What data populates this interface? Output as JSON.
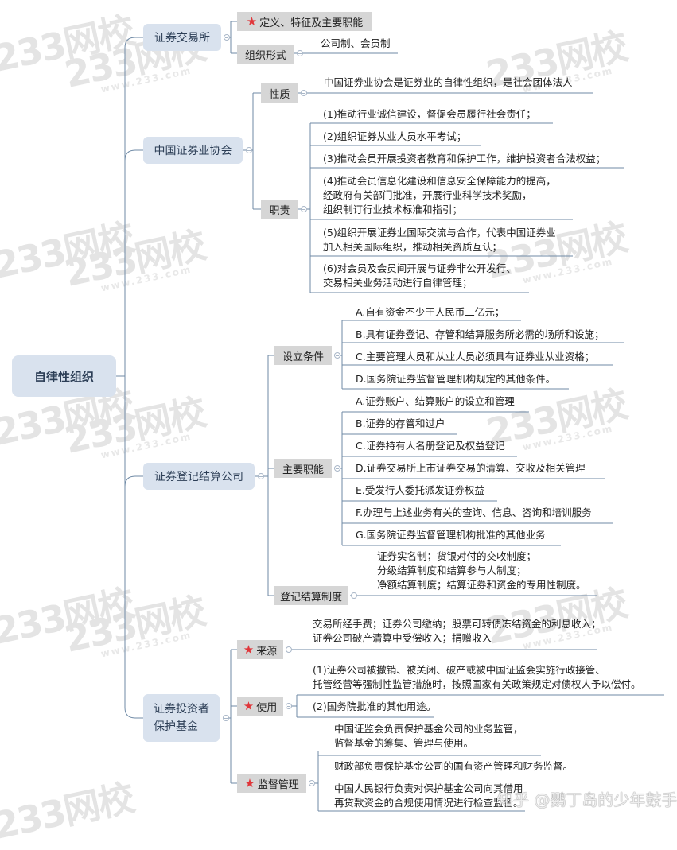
{
  "root": {
    "label": "自律性组织"
  },
  "branches": [
    {
      "label": "证券交易所",
      "children": [
        {
          "label": "定义、特征及主要职能",
          "starred": true,
          "items": []
        },
        {
          "label": "组织形式",
          "starred": false,
          "items": [
            "公司制、会员制"
          ]
        }
      ]
    },
    {
      "label": "中国证券业协会",
      "children": [
        {
          "label": "性质",
          "items": [
            "中国证券业协会是证券业的自律性组织，是社会团体法人"
          ]
        },
        {
          "label": "职责",
          "items": [
            "(1)推动行业诚信建设，督促会员履行社会责任；",
            "(2)组织证券从业人员水平考试；",
            "(3)推动会员开展投资者教育和保护工作，维护投资者合法权益；",
            "(4)推动会员信息化建设和信息安全保障能力的提高，\n经政府有关部门批准，开展行业科学技术奖励，\n组织制订行业技术标准和指引；",
            "(5)组织开展证券业国际交流与合作，代表中国证券业\n加入相关国际组织，推动相关资质互认；",
            "(6)对会员及会员间开展与证券非公开发行、\n交易相关业务活动进行自律管理；"
          ]
        }
      ]
    },
    {
      "label": "证券登记结算公司",
      "children": [
        {
          "label": "设立条件",
          "items": [
            "A.自有资金不少于人民币二亿元；",
            "B.具有证券登记、存管和结算服务所必需的场所和设施；",
            "C.主要管理人员和从业人员必须具有证券业从业资格；",
            "D.国务院证券监督管理机构规定的其他条件。"
          ]
        },
        {
          "label": "主要职能",
          "items": [
            "A.证券账户、结算账户的设立和管理",
            "B.证券的存管和过户",
            "C.证券持有人名册登记及权益登记",
            "D.证券交易所上市证券交易的清算、交收及相关管理",
            "E.受发行人委托派发证券权益",
            "F.办理与上述业务有关的查询、信息、咨询和培训服务",
            "G.国务院证券监督管理机构批准的其他业务"
          ]
        },
        {
          "label": "登记结算制度",
          "items": [
            "证券实名制；货银对付的交收制度；\n分级结算制度和结算参与人制度；\n净额结算制度；结算证券和资金的专用性制度。"
          ]
        }
      ]
    },
    {
      "label": "证券投资者\n保护基金",
      "children": [
        {
          "label": "来源",
          "starred": true,
          "items": [
            "交易所经手费；证券公司缴纳；股票可转债冻结资金的利息收入；\n证券公司破产清算中受偿收入；捐赠收入"
          ]
        },
        {
          "label": "使用",
          "starred": true,
          "items": [
            "(1)证券公司被撤销、被关闭、破产或被中国证监会实施行政接管、\n托管经营等强制性监管措施时，按照国家有关政策规定对债权人予以偿付。",
            "(2)国务院批准的其他用途。"
          ]
        },
        {
          "label": "监督管理",
          "starred": true,
          "items": [
            "中国证监会负责保护基金公司的业务监管，\n监督基金的筹集、管理与使用。",
            "财政部负责保护基金公司的国有资产管理和财务监督。",
            "中国人民银行负责对保护基金公司向其借用\n再贷款资金的合规使用情况进行检查监督。"
          ]
        }
      ]
    }
  ],
  "watermark": {
    "brand": "233网校",
    "site": "www.233.com"
  },
  "credit": "知乎 @鹦丁岛的少年鼓手",
  "colors": {
    "line": "#6f8aa6",
    "root_fill": "#d9e2ee",
    "l2_fill": "#d6d6d6",
    "star": "#e0363a"
  }
}
